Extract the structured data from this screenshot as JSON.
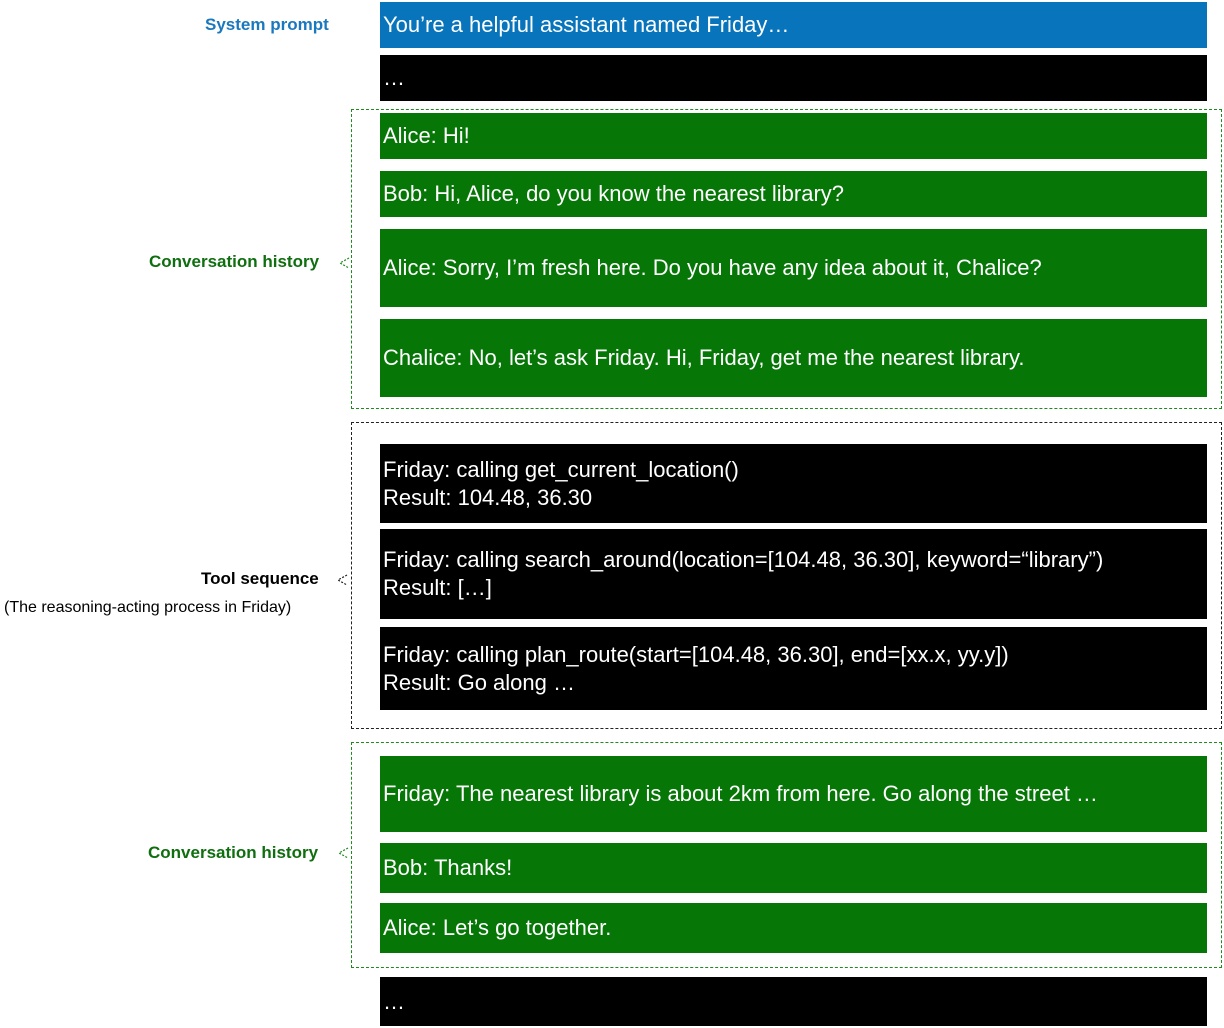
{
  "labels": {
    "system_prompt": "System prompt",
    "conversation_history_1": "Conversation history",
    "tool_sequence": "Tool sequence",
    "tool_sequence_note": "(The reasoning-acting process in Friday)",
    "conversation_history_2": "Conversation history"
  },
  "system_prompt": {
    "text": "You’re a helpful assistant named Friday…"
  },
  "ellipsis_top": "…",
  "history_1": [
    "Alice: Hi!",
    "Bob: Hi, Alice, do you know the nearest library?",
    "Alice: Sorry, I’m fresh here. Do you have any idea about it, Chalice?",
    "Chalice: No, let’s ask Friday. Hi, Friday, get me the nearest library."
  ],
  "tools": [
    {
      "call": "Friday: calling get_current_location()",
      "result": "Result: 104.48, 36.30"
    },
    {
      "call": "Friday: calling search_around(location=[104.48, 36.30], keyword=“library”)",
      "result": "Result: […]"
    },
    {
      "call": "Friday: calling plan_route(start=[104.48, 36.30],  end=[xx.x, yy.y])",
      "result": "Result: Go along …"
    }
  ],
  "history_2": [
    "Friday: The nearest library is about 2km from here. Go along the street …",
    "Bob: Thanks!",
    "Alice: Let’s go together."
  ],
  "ellipsis_bottom": "…",
  "colors": {
    "blue": "#0774bb",
    "green": "#067607",
    "black": "#000000",
    "label_green": "#0f6e0f",
    "label_blue": "#1a78be"
  }
}
